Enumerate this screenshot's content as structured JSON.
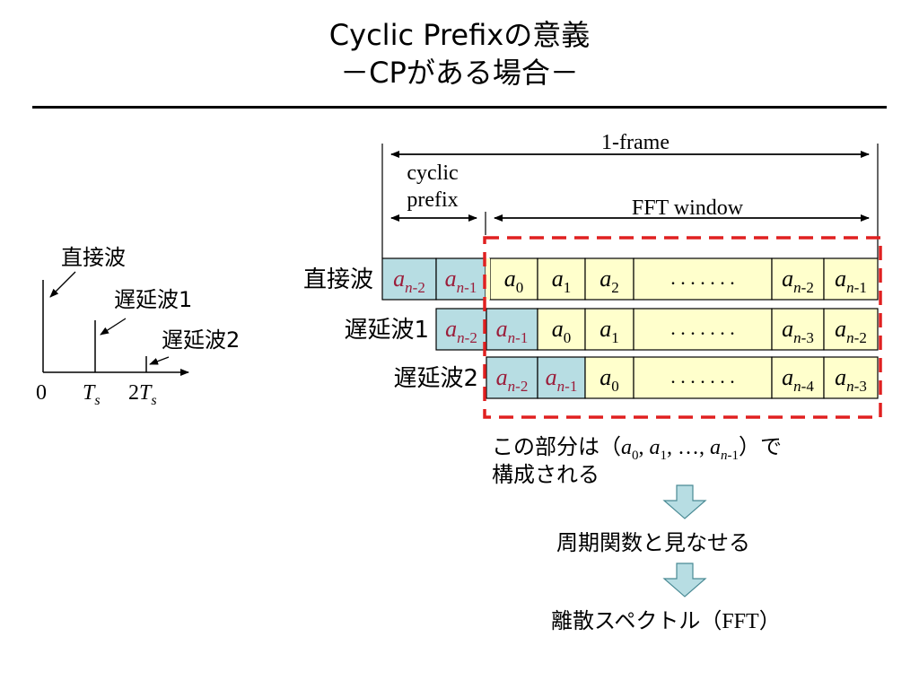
{
  "title": {
    "line1": "Cyclic Prefixの意義",
    "line2": "－CPがある場合－"
  },
  "left_plot": {
    "direct_label": "直接波",
    "delay1_label": "遅延波1",
    "delay2_label": "遅延波2",
    "tick_0": "0",
    "tick_ts": "T",
    "tick_ts_sub": "s",
    "tick_2ts_prefix": "2",
    "tick_2ts": "T",
    "tick_2ts_sub": "s"
  },
  "frame": {
    "label": "1-frame",
    "cp_label_line1": "cyclic",
    "cp_label_line2": "prefix",
    "fft_label": "FFT window",
    "dots": ". . . . . . ."
  },
  "rows": [
    {
      "label": "直接波",
      "cp": [
        [
          "a",
          "n-2"
        ],
        [
          "a",
          "n-1"
        ]
      ],
      "data": [
        [
          "a",
          "0"
        ],
        [
          "a",
          "1"
        ],
        [
          "a",
          "2"
        ]
      ],
      "tail": [
        [
          "a",
          "n-2"
        ],
        [
          "a",
          "n-1"
        ]
      ]
    },
    {
      "label": "遅延波1",
      "cp": [
        [
          "a",
          "n-2"
        ],
        [
          "a",
          "n-1"
        ]
      ],
      "data": [
        [
          "a",
          "0"
        ],
        [
          "a",
          "1"
        ]
      ],
      "tail": [
        [
          "a",
          "n-3"
        ],
        [
          "a",
          "n-2"
        ]
      ]
    },
    {
      "label": "遅延波2",
      "cp": [
        [
          "a",
          "n-2"
        ],
        [
          "a",
          "n-1"
        ]
      ],
      "data": [
        [
          "a",
          "0"
        ]
      ],
      "tail": [
        [
          "a",
          "n-4"
        ],
        [
          "a",
          "n-3"
        ]
      ]
    }
  ],
  "captions": {
    "line1_pre": "この部分は（",
    "seq": "a",
    "seq_tail": "）で",
    "line2": "構成される",
    "periodic": "周期関数と見なせる",
    "fft_pre": "離散スペクトル（",
    "fft_mid": "FFT",
    "fft_post": "）"
  },
  "colors": {
    "cp_fill": "#b7dde3",
    "data_fill": "#ffffcc",
    "cp_text": "#9b1d3a",
    "window": "#e02020",
    "arrow_fill": "#b7dde3",
    "arrow_stroke": "#4a8a94"
  }
}
